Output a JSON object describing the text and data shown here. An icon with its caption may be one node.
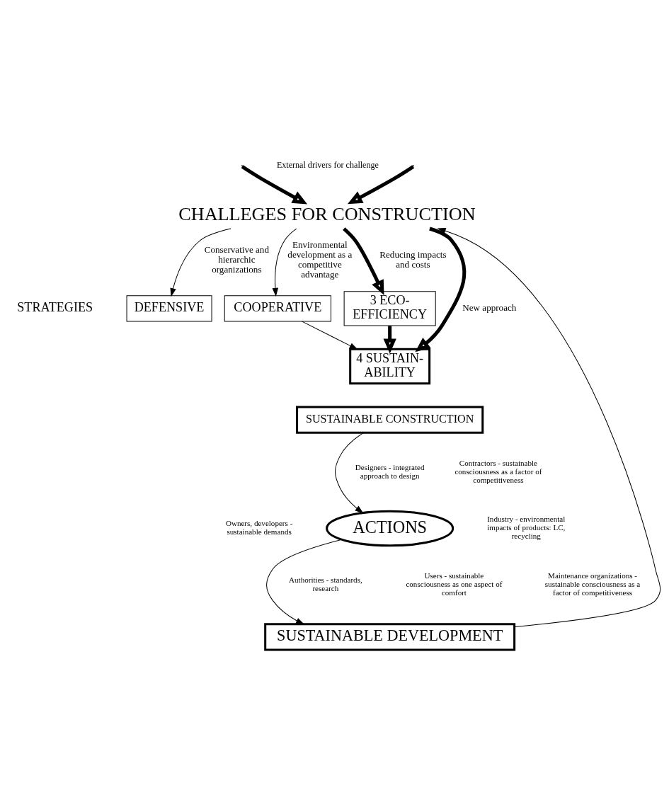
{
  "diagram": {
    "nodes": [
      {
        "text": [
          "CHALLEGES FOR CONSTRUCTION"
        ]
      },
      {
        "text": [
          "DEFENSIVE"
        ]
      },
      {
        "text": [
          "COOPERATIVE"
        ]
      },
      {
        "text": [
          "3 ECO- EFFICIENCY"
        ]
      },
      {
        "text": [
          "4 SUSTAIN- ABILITY"
        ]
      },
      {
        "text": [
          "SUSTAINABLE CONSTRUCTION"
        ]
      },
      {
        "text": [
          "ACTIONS"
        ]
      },
      {
        "text": [
          "SUSTAINABLE DEVELOPMENT"
        ]
      }
    ],
    "edges": [
      {
        "from": null,
        "to": 0,
        "arrow": "to",
        "style": "thick"
      },
      {
        "from": null,
        "to": 0,
        "arrow": "to",
        "style": "thick"
      },
      {
        "from": 0,
        "to": 1,
        "arrow": "to",
        "label": "Conservative and hierarchic organizations"
      },
      {
        "from": 0,
        "to": 2,
        "arrow": "to",
        "label": "Environmental development as a competitive advantage"
      },
      {
        "from": 0,
        "to": 3,
        "arrow": "to",
        "label": "Reducing impacts and costs",
        "style": "thick"
      },
      {
        "from": 0,
        "to": 4,
        "arrow": "to",
        "label": "New approach",
        "style": "thick"
      },
      {
        "from": 3,
        "to": 4,
        "arrow": "to",
        "style": "thick"
      },
      {
        "from": 2,
        "to": 4,
        "arrow": "to"
      },
      {
        "from": 5,
        "to": 6,
        "arrow": "to"
      },
      {
        "from": 6,
        "to": 7,
        "arrow": "to"
      },
      {
        "from": 7,
        "to": 0,
        "arrow": "to"
      }
    ],
    "labels": [
      "External drivers for challenge",
      "STRATEGIES",
      "Designers - integrated approach to design",
      "Contractors - sustainable consciousness as a factor of competitiveness",
      "Owners, developers - sustainable demands",
      "Industry - environmental impacts of products: LC, recycling",
      "Authorities - standards, research",
      "Users - sustainable consciousness as one aspect of comfort",
      "Maintenance organizations - sustainable consciousness as a factor of competitiveness"
    ]
  }
}
